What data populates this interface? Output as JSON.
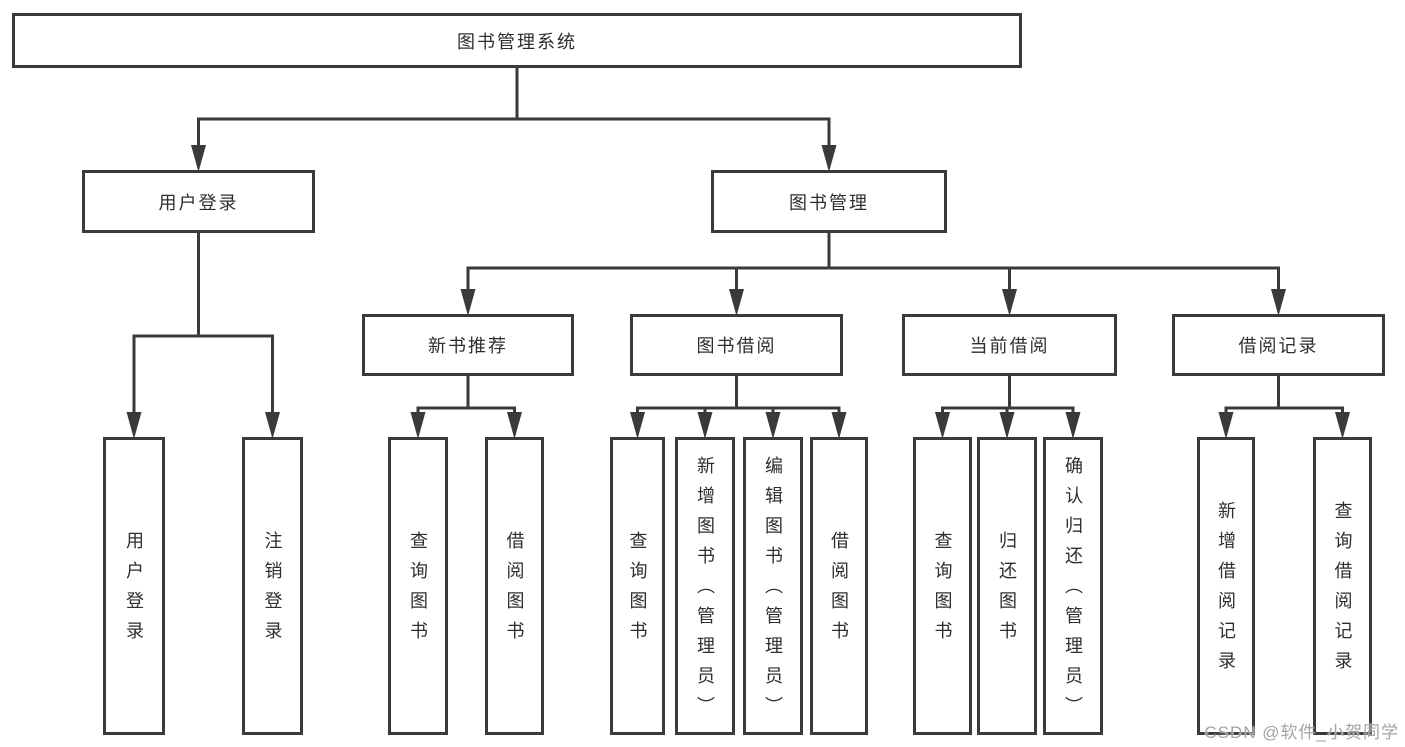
{
  "diagram": {
    "title": "图书管理系统",
    "watermark": "CSDN @软件_小贺同学",
    "colors": {
      "line": "#3a3a3a",
      "text": "#2e2e2e",
      "background": "#ffffff",
      "watermark": "#a3a3a3"
    },
    "nodes": [
      {
        "id": "root",
        "label": "图书管理系统",
        "text_direction": "horizontal",
        "level": 1
      },
      {
        "id": "user-login",
        "label": "用户登录",
        "text_direction": "horizontal",
        "level": 2
      },
      {
        "id": "book-mgmt",
        "label": "图书管理",
        "text_direction": "horizontal",
        "level": 2
      },
      {
        "id": "new-book-rec",
        "label": "新书推荐",
        "text_direction": "horizontal",
        "level": 3
      },
      {
        "id": "book-borrow",
        "label": "图书借阅",
        "text_direction": "horizontal",
        "level": 3
      },
      {
        "id": "current-borrow",
        "label": "当前借阅",
        "text_direction": "horizontal",
        "level": 3
      },
      {
        "id": "borrow-record",
        "label": "借阅记录",
        "text_direction": "horizontal",
        "level": 3
      },
      {
        "id": "v-user-login",
        "label": "用户登录",
        "text_direction": "vertical",
        "level": 4
      },
      {
        "id": "v-logout",
        "label": "注销登录",
        "text_direction": "vertical",
        "level": 4
      },
      {
        "id": "v-query-book-a",
        "label": "查询图书",
        "text_direction": "vertical",
        "level": 4
      },
      {
        "id": "v-borrow-book-a",
        "label": "借阅图书",
        "text_direction": "vertical",
        "level": 4
      },
      {
        "id": "v-query-book-b",
        "label": "查询图书",
        "text_direction": "vertical",
        "level": 4
      },
      {
        "id": "v-add-book",
        "label": "新增图书（管理员）",
        "text_direction": "vertical",
        "level": 4
      },
      {
        "id": "v-edit-book",
        "label": "编辑图书（管理员）",
        "text_direction": "vertical",
        "level": 4
      },
      {
        "id": "v-borrow-book-b",
        "label": "借阅图书",
        "text_direction": "vertical",
        "level": 4
      },
      {
        "id": "v-query-book-c",
        "label": "查询图书",
        "text_direction": "vertical",
        "level": 4
      },
      {
        "id": "v-return-book",
        "label": "归还图书",
        "text_direction": "vertical",
        "level": 4
      },
      {
        "id": "v-confirm-return",
        "label": "确认归还（管理员）",
        "text_direction": "vertical",
        "level": 4
      },
      {
        "id": "v-add-borrow-record",
        "label": "新增借阅记录",
        "text_direction": "vertical",
        "level": 4
      },
      {
        "id": "v-query-borrow-record",
        "label": "查询借阅记录",
        "text_direction": "vertical",
        "level": 4
      }
    ],
    "edges": [
      {
        "from": "root",
        "to": [
          "user-login",
          "book-mgmt"
        ]
      },
      {
        "from": "user-login",
        "to": [
          "v-user-login",
          "v-logout"
        ]
      },
      {
        "from": "book-mgmt",
        "to": [
          "new-book-rec",
          "book-borrow",
          "current-borrow",
          "borrow-record"
        ]
      },
      {
        "from": "new-book-rec",
        "to": [
          "v-query-book-a",
          "v-borrow-book-a"
        ]
      },
      {
        "from": "book-borrow",
        "to": [
          "v-query-book-b",
          "v-add-book",
          "v-edit-book",
          "v-borrow-book-b"
        ]
      },
      {
        "from": "current-borrow",
        "to": [
          "v-query-book-c",
          "v-return-book",
          "v-confirm-return"
        ]
      },
      {
        "from": "borrow-record",
        "to": [
          "v-add-borrow-record",
          "v-query-borrow-record"
        ]
      }
    ]
  }
}
